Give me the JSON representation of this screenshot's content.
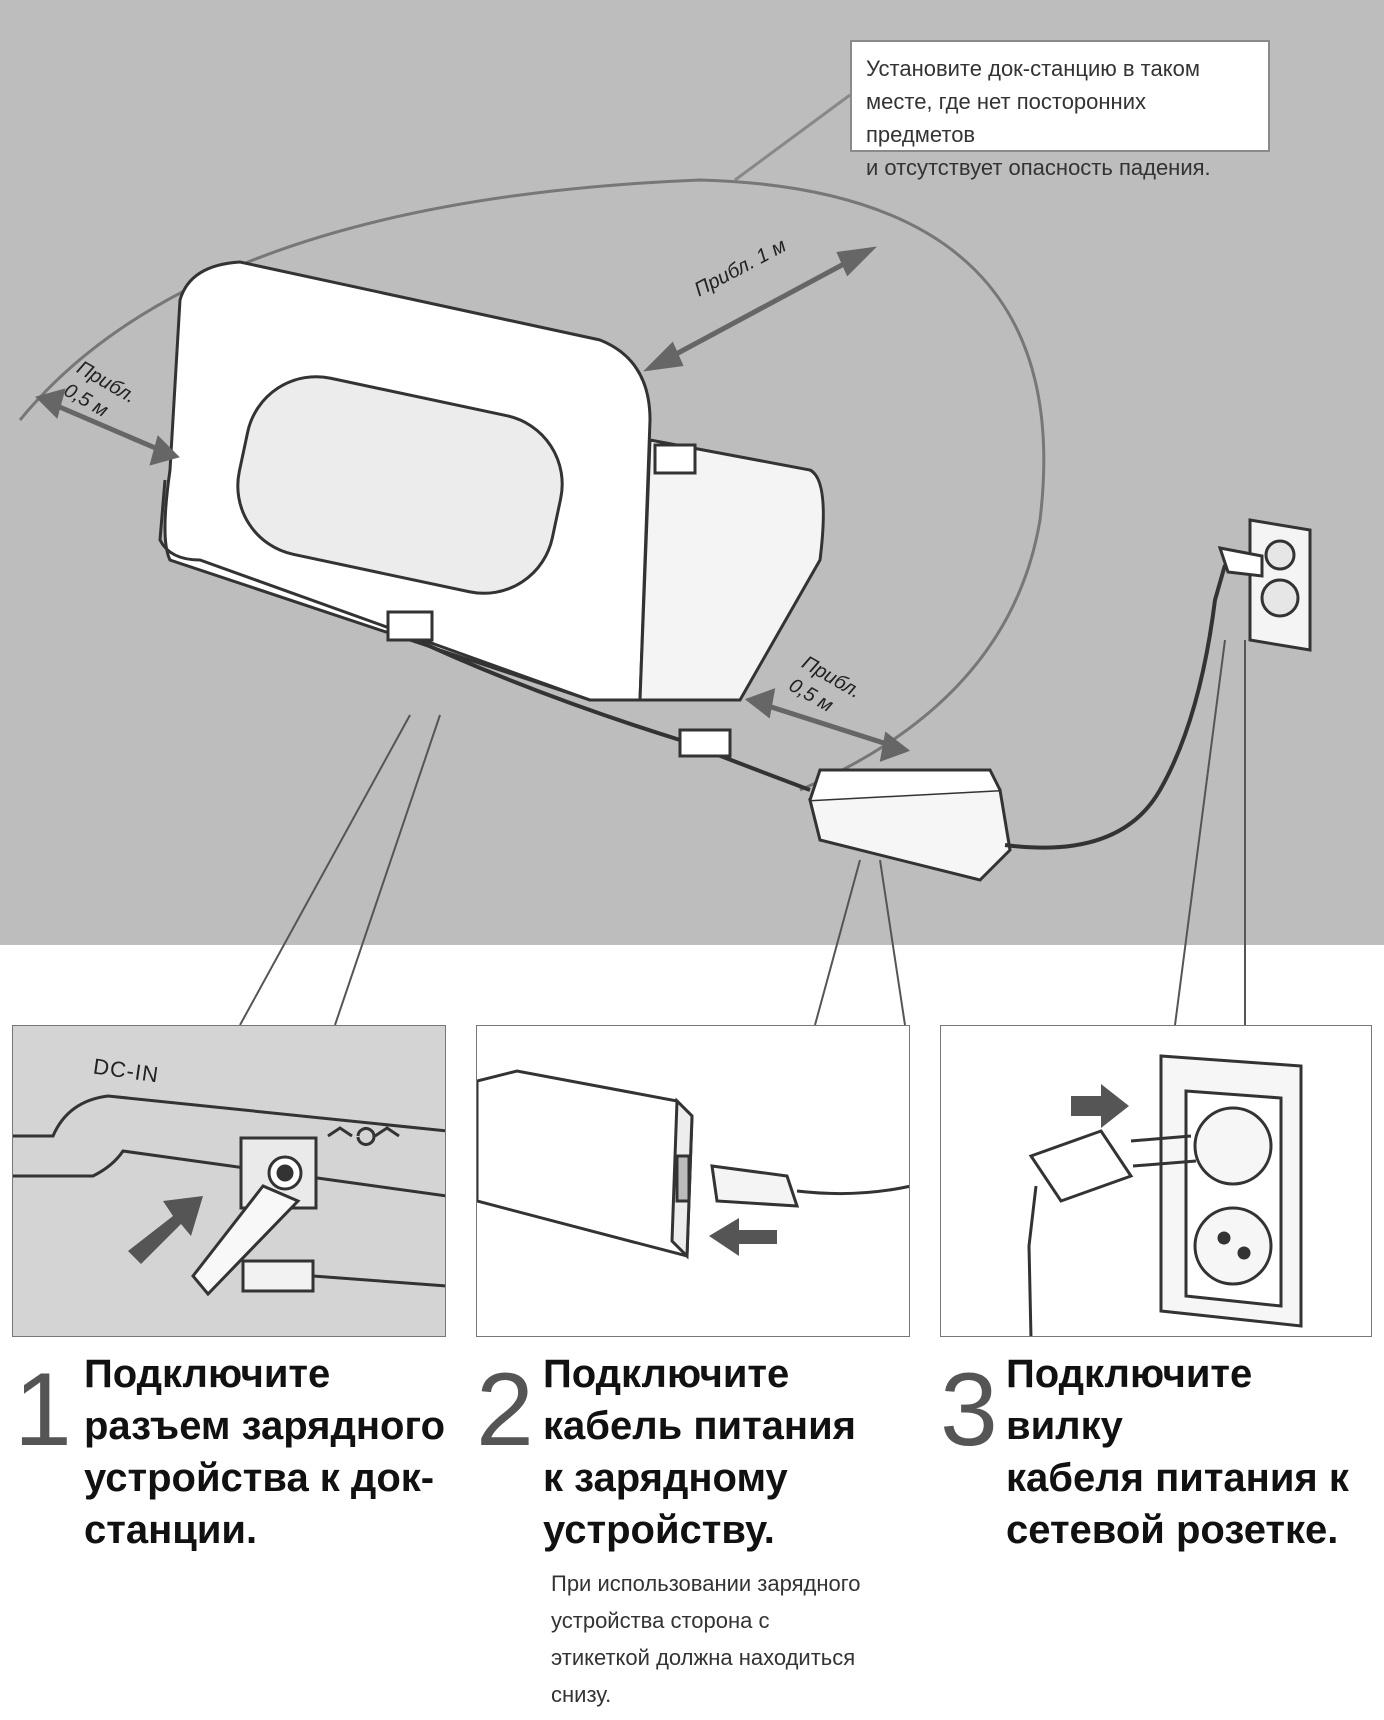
{
  "callout": {
    "line1": "Установите док-станцию в таком",
    "line2": "месте, где нет посторонних предметов",
    "line3": "и отсутствует опасность падения."
  },
  "dimensions": {
    "top": "Прибл. 1 м",
    "left_a": "Прибл.",
    "left_b": "0,5 м",
    "right_a": "Прибл.",
    "right_b": "0,5 м"
  },
  "panels": {
    "panel1_label": "DC-IN"
  },
  "steps": [
    {
      "number": "1",
      "line1": "Подключите",
      "line2": "разъем зарядного",
      "line3": "устройства к док-",
      "line4": "станции."
    },
    {
      "number": "2",
      "line1": "Подключите",
      "line2": "кабель питания",
      "line3": "к зарядному",
      "line4": "устройству."
    },
    {
      "number": "3",
      "line1": "Подключите вилку",
      "line2": "кабеля питания к",
      "line3": "сетевой розетке."
    }
  ],
  "note": {
    "line1": "При использовании зарядного",
    "line2": "устройства сторона с",
    "line3": "этикеткой должна находиться",
    "line4": "снизу."
  },
  "colors": {
    "scene_bg": "#bdbdbd",
    "panel_bg": "#d4d4d4",
    "arrow": "#555555"
  }
}
